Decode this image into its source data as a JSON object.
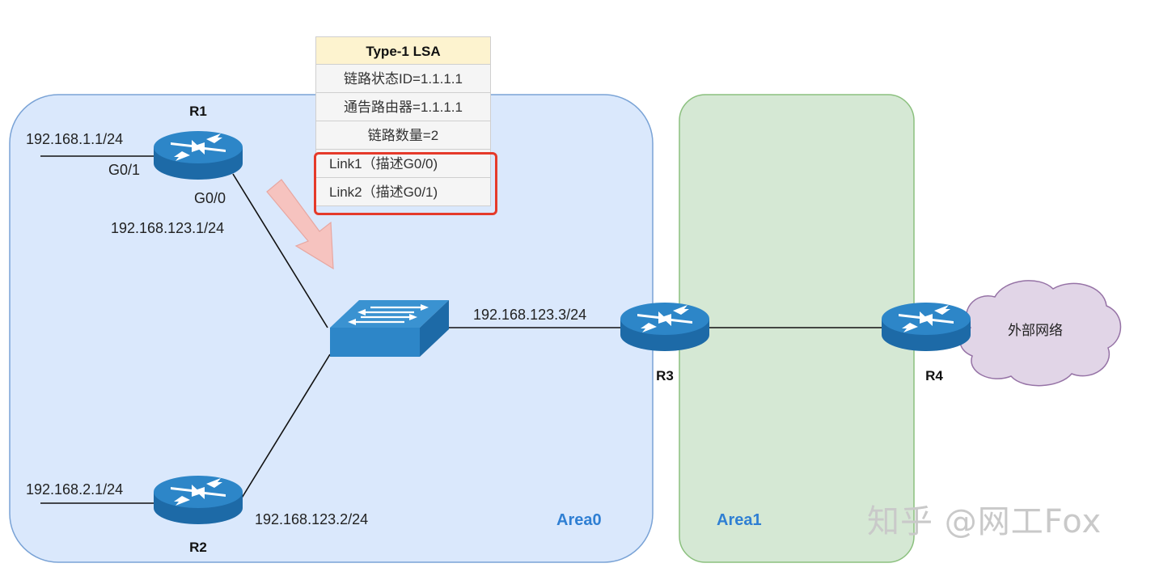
{
  "areas": {
    "area0": {
      "label": "Area0",
      "color": "#dae8fc",
      "label_color": "#2f7fd3"
    },
    "area1": {
      "label": "Area1",
      "color": "#d5e8d4",
      "label_color": "#2f7fd3"
    }
  },
  "routers": {
    "r1": {
      "name": "R1",
      "port_g01": "G0/1",
      "port_g00": "G0/0",
      "ip_left": "192.168.1.1/24",
      "ip_link": "192.168.123.1/24"
    },
    "r2": {
      "name": "R2",
      "ip_left": "192.168.2.1/24",
      "ip_link": "192.168.123.2/24"
    },
    "r3": {
      "name": "R3",
      "ip_link": "192.168.123.3/24"
    },
    "r4": {
      "name": "R4"
    }
  },
  "cloud": {
    "label": "外部网络"
  },
  "lsa_table": {
    "title": "Type-1 LSA",
    "rows": [
      "链路状态ID=1.1.1.1",
      "通告路由器=1.1.1.1",
      "链路数量=2"
    ],
    "links": [
      "Link1（描述G0/0)",
      "Link2（描述G0/1)"
    ]
  },
  "watermark": "知乎 @网工Fox",
  "colors": {
    "device_blue": "#2d86c8",
    "device_dark": "#1d6aa7",
    "highlight_red": "#e53a2a",
    "arrow_pink": "#f6c3bf"
  }
}
